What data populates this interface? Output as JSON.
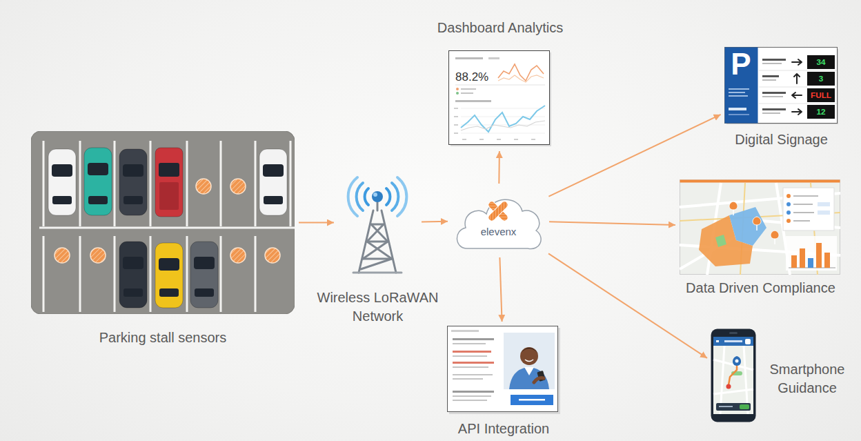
{
  "diagram": {
    "nodes": [
      {
        "text": [
          "Parking stall sensors"
        ]
      },
      {
        "text": [
          "Wireless LoRaWAN Network"
        ]
      },
      {
        "text": [
          "elevenx"
        ]
      },
      {
        "text": [
          "Dashboard Analytics",
          "88.2%"
        ]
      },
      {
        "text": [
          "API Integration"
        ]
      },
      {
        "text": [
          "Digital Signage",
          "P",
          "34",
          "3",
          "FULL",
          "12"
        ]
      },
      {
        "text": [
          "Data Driven Compliance"
        ]
      },
      {
        "text": [
          "Smartphone Guidance"
        ]
      }
    ],
    "edges": [
      {
        "from": 0,
        "to": 1,
        "arrow": "to"
      },
      {
        "from": 1,
        "to": 2,
        "arrow": "to"
      },
      {
        "from": 2,
        "to": 3,
        "arrow": "to"
      },
      {
        "from": 2,
        "to": 4,
        "arrow": "to"
      },
      {
        "from": 2,
        "to": 5,
        "arrow": "to"
      },
      {
        "from": 2,
        "to": 6,
        "arrow": "to"
      },
      {
        "from": 2,
        "to": 7,
        "arrow": "to"
      }
    ]
  }
}
